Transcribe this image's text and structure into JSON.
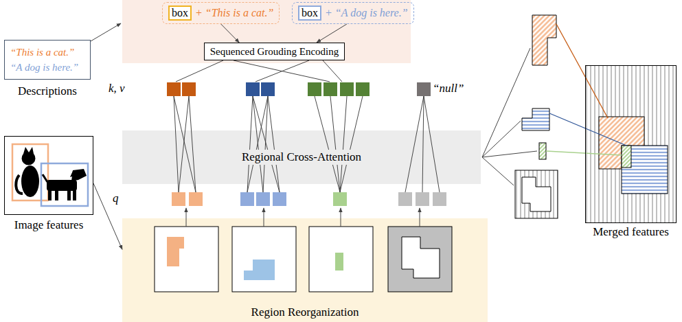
{
  "diagram": {
    "nodes": [
      {
        "text": [
          "“This is a cat.”",
          "“A dog is here.”",
          "Descriptions"
        ]
      },
      {
        "text": [
          "+ “This is a cat.”"
        ]
      },
      {
        "text": [
          "box"
        ],
        "in": 1
      },
      {
        "text": [
          "+ “A dog is here.”"
        ]
      },
      {
        "text": [
          "box"
        ],
        "in": 3
      },
      {
        "text": [
          "Sequenced Grouding Encoding"
        ]
      },
      {
        "text": [
          "Regional Cross-Attention"
        ]
      },
      {
        "text": [
          "Region Reorganization"
        ]
      },
      {
        "text": [
          "Image features"
        ]
      },
      {
        "text": [
          "Merged features"
        ]
      }
    ],
    "edges": [
      {
        "from": 1,
        "to": 5,
        "arrow": "to"
      },
      {
        "from": 3,
        "to": 5,
        "arrow": "to"
      },
      {
        "from": 8,
        "to": 7,
        "arrow": "to"
      }
    ],
    "labels": [
      "k, v",
      "q",
      "“null”"
    ]
  }
}
